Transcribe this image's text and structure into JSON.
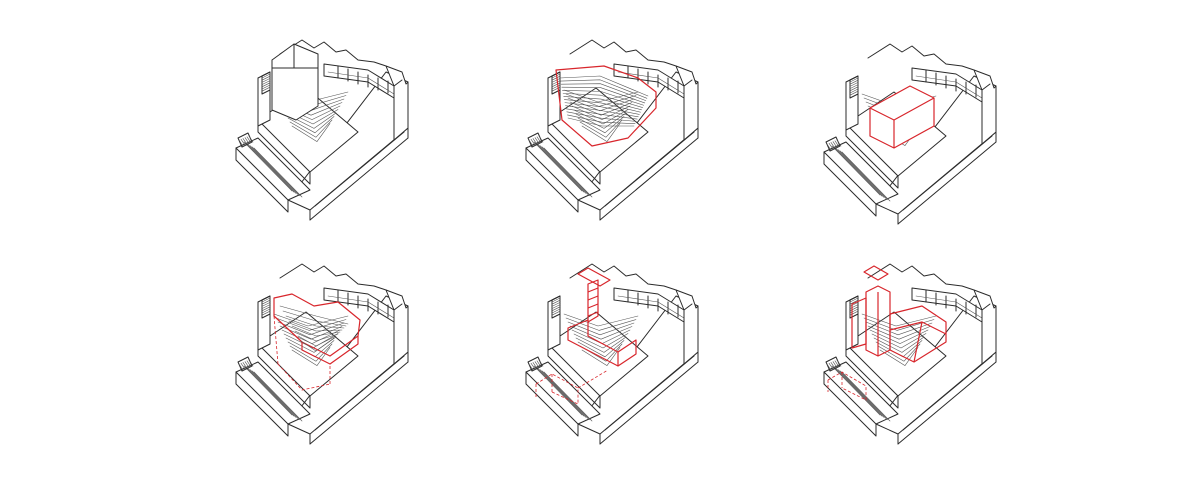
{
  "colors": {
    "background": "#ffffff",
    "line": "#2b2b2b",
    "highlight": "#d8262c",
    "hatch": "#555555"
  },
  "diagram": {
    "rows": 2,
    "columns": 3,
    "panels": [
      {
        "id": "p1",
        "highlight": "none"
      },
      {
        "id": "p2",
        "highlight": "seating-bowl"
      },
      {
        "id": "p3",
        "highlight": "box-volume"
      },
      {
        "id": "p4",
        "highlight": "stepped-slab"
      },
      {
        "id": "p5",
        "highlight": "cantilever-frame"
      },
      {
        "id": "p6",
        "highlight": "tower-and-volume"
      }
    ]
  }
}
